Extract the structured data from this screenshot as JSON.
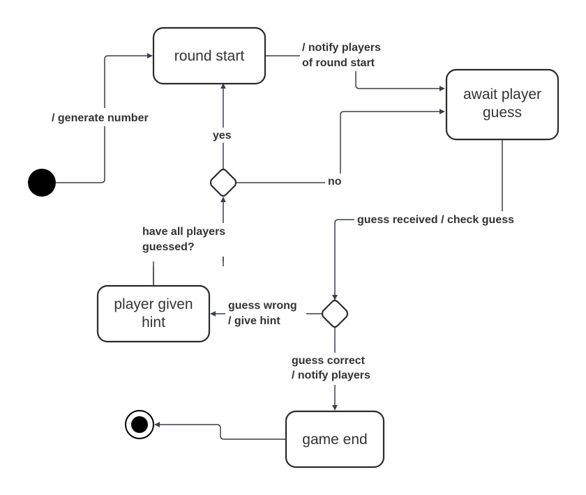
{
  "states": {
    "round_start": "round start",
    "await_guess": [
      "await player",
      "guess"
    ],
    "player_hint": [
      "player given",
      "hint"
    ],
    "game_end": "game end"
  },
  "transitions": {
    "generate_number": "/ generate number",
    "notify_round_start": [
      "/ notify players",
      "of round start"
    ],
    "yes": "yes",
    "no": "no",
    "all_guessed": [
      "have all players",
      "guessed?"
    ],
    "guess_received": "guess received / check guess",
    "guess_wrong": [
      "guess wrong",
      "/ give hint"
    ],
    "guess_correct": [
      "guess correct",
      "/ notify players"
    ]
  },
  "colors": {
    "stroke": "#2b2b2b",
    "edge": "#3a3f4a",
    "text": "#333333",
    "initial_node": "#000000"
  }
}
